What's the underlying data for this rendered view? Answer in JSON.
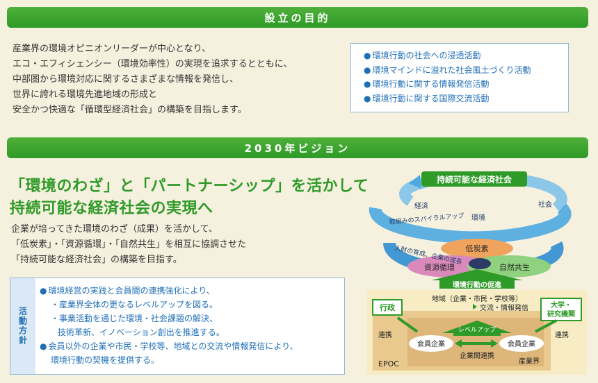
{
  "section1": {
    "title": "設立の目的",
    "paragraph": [
      "産業界の環境オピニオンリーダーが中心となり、",
      "エコ・エフィシェンシー（環境効率性）の実現を追求するとともに、",
      "中部圏から環境対応に関するさまざまな情報を発信し、",
      "世界に誇れる環境先進地域の形成と",
      "安全かつ快適な「循環型経済社会」の構築を目指します。"
    ],
    "activities": [
      "環境行動の社会への浸透活動",
      "環境マインドに溢れた社会風土づくり活動",
      "環境行動に関する情報発信活動",
      "環境行動に関する国際交流活動"
    ]
  },
  "section2": {
    "title": "2030年ビジョン",
    "headline": [
      "「環境のわざ」と「パートナーシップ」を活かして",
      "持続可能な経済社会の実現へ"
    ],
    "body": [
      "企業が培ってきた環境のわざ（成果）を活かして、",
      "「低炭素」・「資源循環」・「自然共生」を相互に協調させた",
      "「持続可能な経済社会」の構築を目指す。"
    ],
    "policy_label": "活動方針",
    "policy_lines": [
      "環境経営の実践と会員間の連携強化により、",
      "・産業界全体の更なるレベルアップを図る。",
      "・事業活動を通じた環境・社会課題の解決、",
      "技術革新、イノベーション創出を推進する。",
      "会員以外の企業や市民・学校等、地域との交流や情報発信により、",
      "環境行動の契機を提供する。"
    ]
  },
  "diagram": {
    "top_label": "持続可能な経済社会",
    "keizai": "経済",
    "shakai": "社会",
    "kankyo": "環境",
    "spiral_label": "取組みのスパイラルアップ",
    "growth_label": "人財の育成、企業の成長",
    "low_carbon": "低炭素",
    "resource": "資源循環",
    "nature": "自然共生",
    "promotion": "環境行動の促進",
    "region": "地域（企業・市民・学校等）",
    "exchange": "交流・情報発信",
    "gyosei": "行政",
    "univ": [
      "大学・",
      "研究機関"
    ],
    "renkei": "連携",
    "levelup": "レベルアップ",
    "member": "会員企業",
    "member_link": "企業間連携",
    "epoc": "EPOC",
    "industry": "産業界"
  },
  "colors": {
    "green": "#2e9a27",
    "blue": "#1f6fb7",
    "cream": "#f6f1de"
  }
}
